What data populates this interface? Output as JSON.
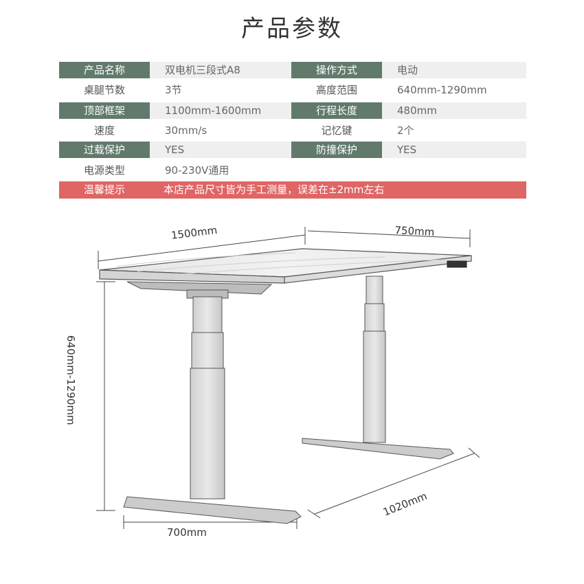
{
  "title": "产品参数",
  "specs": [
    {
      "label1": "产品名称",
      "value1": "双电机三段式A8",
      "label2": "操作方式",
      "value2": "电动"
    },
    {
      "label1": "桌腿节数",
      "value1": "3节",
      "label2": "高度范围",
      "value2": "640mm-1290mm"
    },
    {
      "label1": "顶部框架",
      "value1": "1100mm-1600mm",
      "label2": "行程长度",
      "value2": "480mm"
    },
    {
      "label1": "速度",
      "value1": "30mm/s",
      "label2": "记忆键",
      "value2": "2个"
    },
    {
      "label1": "过载保护",
      "value1": "YES",
      "label2": "防撞保护",
      "value2": "YES"
    },
    {
      "label1": "电源类型",
      "value1": "90-230V通用",
      "label2": "",
      "value2": ""
    }
  ],
  "notice": {
    "label": "温馨提示",
    "text": "本店产品尺寸皆为手工测量，误差在±2mm左右"
  },
  "dimensions": {
    "length": "1500mm",
    "width": "750mm",
    "height": "640mm-1290mm",
    "foot_depth": "700mm",
    "frame_width": "1020mm"
  },
  "colors": {
    "label_green": "#617a6c",
    "notice_red": "#e06565",
    "row_shade": "#efefef"
  }
}
